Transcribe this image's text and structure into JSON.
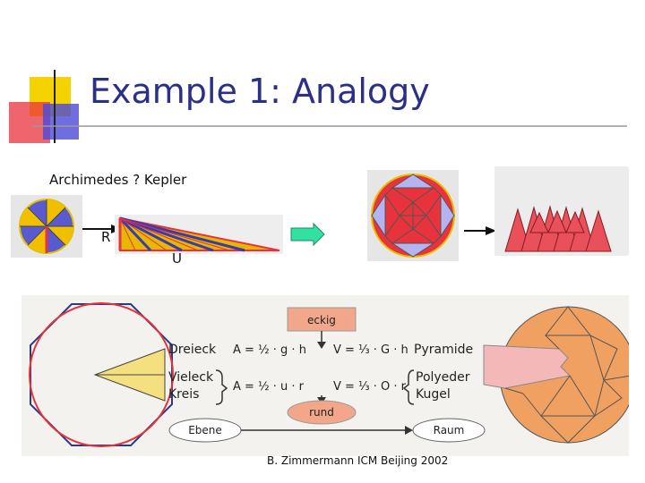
{
  "slide": {
    "title": "Example 1: Analogy",
    "subtitle": "Archimedes ? Kepler",
    "label_r": "R",
    "label_u": "U",
    "footer": "B. Zimmermann ICM Beijing 2002"
  },
  "diagram": {
    "eckig": "eckig",
    "rund": "rund",
    "dreieck": "Dreieck",
    "vieleck": "Vieleck",
    "kreis": "Kreis",
    "pyramide": "Pyramide",
    "polyeder": "Polyeder",
    "kugel": "Kugel",
    "ebene": "Ebene",
    "raum": "Raum",
    "formula_triangle": "A = ½ · g · h",
    "formula_circle": "A = ½ · u · r",
    "formula_pyramid": "V = ⅓ · G · h",
    "formula_sphere": "V = ⅓ · O · r"
  },
  "colors": {
    "title_blue": "#2b2f86",
    "accent_yellow": "#f5d300",
    "accent_red": "#e8323c",
    "accent_blue": "#4040d0",
    "arrow_green": "#33e0a0",
    "sphere_orange": "#f0a060"
  }
}
